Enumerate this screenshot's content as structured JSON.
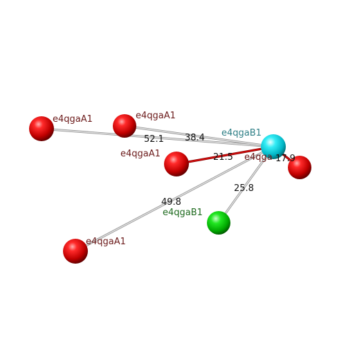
{
  "atoms": [
    {
      "id": "center",
      "label": "e4qgaB1",
      "color": "cyan",
      "label_color": "#2e7f86"
    },
    {
      "id": "far_left",
      "label": "e4qgaA1",
      "color": "red",
      "label_color": "#6b1a1a"
    },
    {
      "id": "upper_mid",
      "label": "e4qgaA1",
      "color": "red",
      "label_color": "#6b1a1a"
    },
    {
      "id": "mid",
      "label": "e4qgaA1",
      "color": "red",
      "label_color": "#6b1a1a"
    },
    {
      "id": "lower_left",
      "label": "e4qgaA1",
      "color": "red",
      "label_color": "#6b1a1a"
    },
    {
      "id": "green",
      "label": "e4qgaB1",
      "color": "green",
      "label_color": "#1f6b1f"
    },
    {
      "id": "right",
      "label": "e4qga",
      "color": "red",
      "label_color": "#6b1a1a"
    }
  ],
  "bonds": [
    {
      "from": "center",
      "to": "far_left",
      "distance": "52.1",
      "kind": "grey"
    },
    {
      "from": "center",
      "to": "upper_mid",
      "distance": "38.4",
      "kind": "grey"
    },
    {
      "from": "center",
      "to": "mid",
      "distance": "21.5",
      "kind": "red"
    },
    {
      "from": "center",
      "to": "lower_left",
      "distance": "49.8",
      "kind": "grey"
    },
    {
      "from": "center",
      "to": "green",
      "distance": "25.8",
      "kind": "grey"
    },
    {
      "from": "center",
      "to": "right",
      "distance": "17.9",
      "kind": "red"
    }
  ]
}
